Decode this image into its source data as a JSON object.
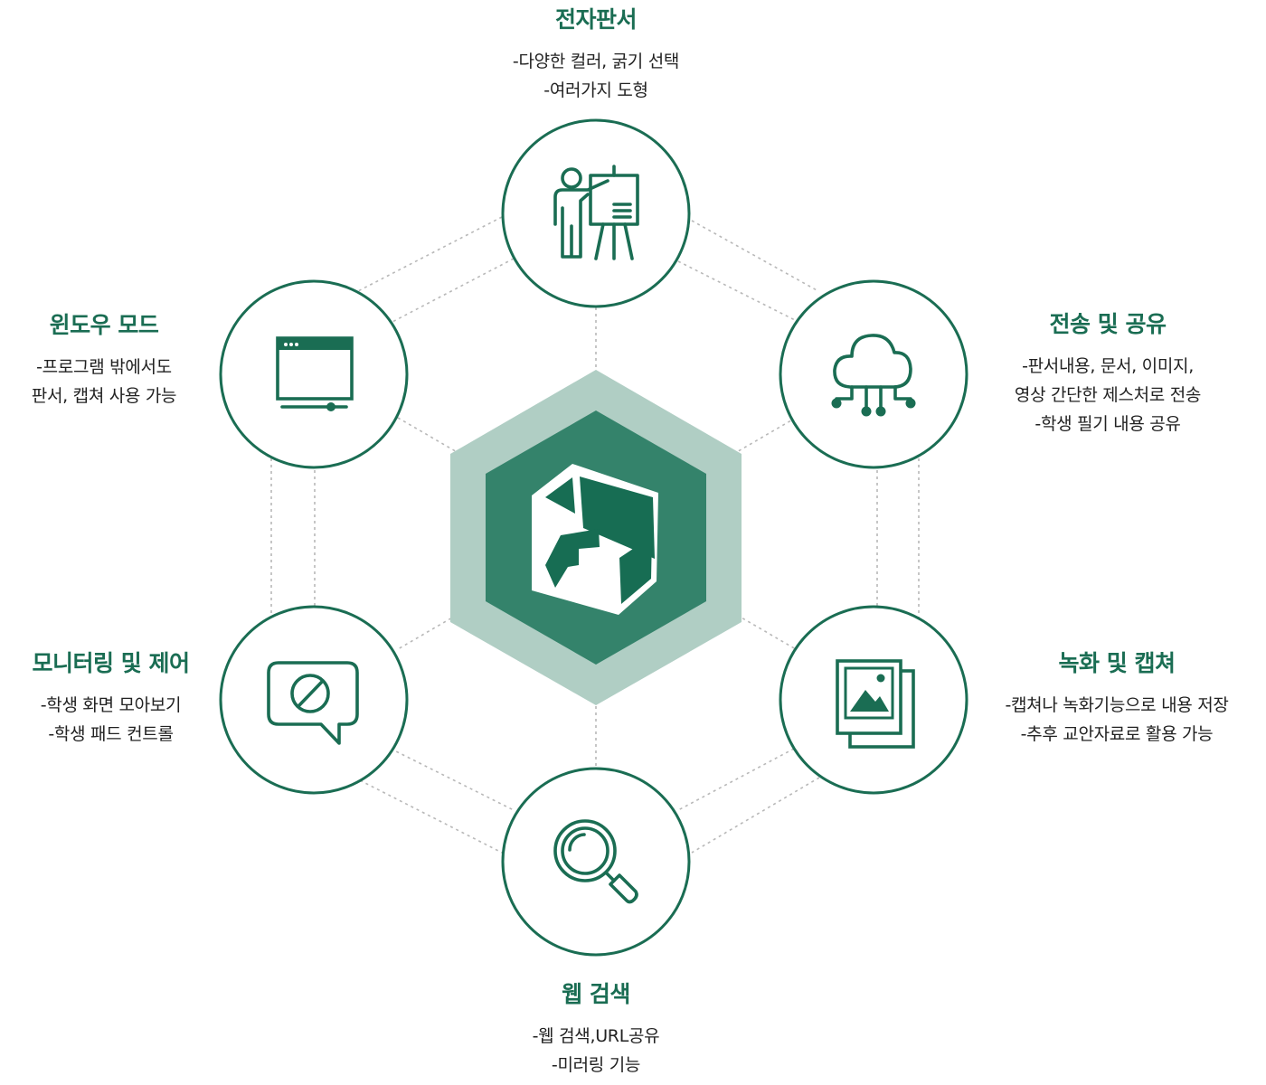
{
  "colors": {
    "accent": "#1a6d53",
    "hex_outer": "#b0cec4",
    "hex_inner": "#34836b",
    "connector": "#b8b8b8"
  },
  "center": {
    "icon": "logo-cube-icon"
  },
  "features": {
    "board": {
      "icon": "presenter-board-icon",
      "title": "전자판서",
      "lines": [
        "-다양한 컬러, 굵기 선택",
        "-여러가지  도형"
      ]
    },
    "share": {
      "icon": "cloud-network-icon",
      "title": "전송 및 공유",
      "lines": [
        "-판서내용, 문서, 이미지,",
        "영상 간단한 제스처로 전송",
        "-학생 필기 내용 공유"
      ]
    },
    "record": {
      "icon": "image-gallery-icon",
      "title": "녹화 및 캡쳐",
      "lines": [
        "-캡쳐나 녹화기능으로 내용 저장",
        "-추후 교안자료로 활용 가능"
      ]
    },
    "web": {
      "icon": "magnifier-icon",
      "title": "웹 검색",
      "lines": [
        "-웹 검색,URL공유",
        "-미러링 기능"
      ]
    },
    "monitor": {
      "icon": "blocked-chat-icon",
      "title": "모니터링 및 제어",
      "lines": [
        "-학생 화면 모아보기",
        "-학생 패드 컨트롤"
      ]
    },
    "window": {
      "icon": "browser-window-icon",
      "title": "윈도우 모드",
      "lines": [
        "-프로그램 밖에서도",
        "판서, 캡쳐 사용 가능"
      ]
    }
  }
}
